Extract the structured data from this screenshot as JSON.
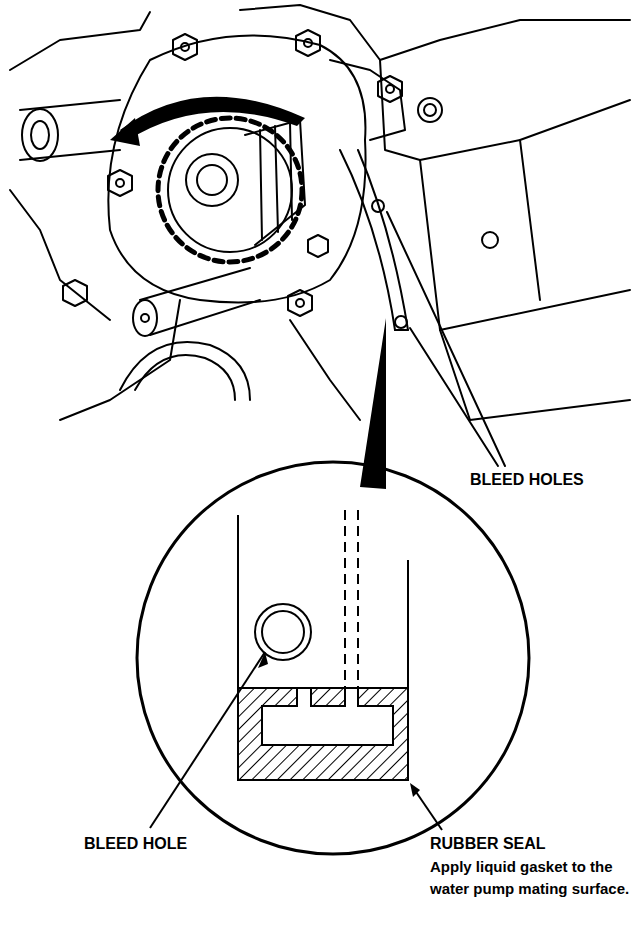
{
  "diagram": {
    "labels": [
      "BLEED HOLES",
      "BLEED HOLE",
      "RUBBER SEAL",
      "Apply liquid gasket to the water pump mating surface."
    ]
  }
}
